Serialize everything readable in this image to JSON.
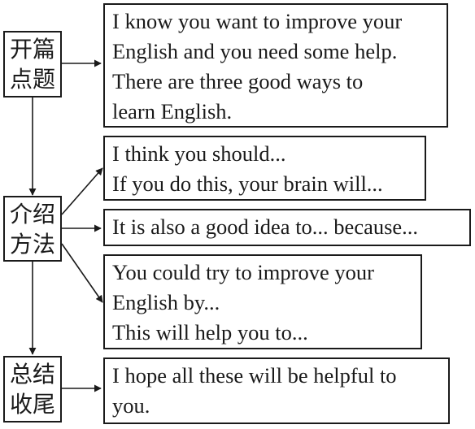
{
  "sections": [
    {
      "id": "opening",
      "label_lines": [
        "开篇",
        "点题"
      ],
      "boxes": [
        {
          "lines": [
            "I know you want to improve your",
            "English and you need some help.",
            "There are three good ways to",
            "learn English."
          ]
        }
      ]
    },
    {
      "id": "methods",
      "label_lines": [
        "介绍",
        "方法"
      ],
      "boxes": [
        {
          "lines": [
            "I think you should...",
            "If you do this, your brain will..."
          ]
        },
        {
          "lines": [
            "It is also a good idea to... because..."
          ]
        },
        {
          "lines": [
            "You could try to improve your",
            "English by...",
            "This will help you to..."
          ]
        }
      ]
    },
    {
      "id": "closing",
      "label_lines": [
        "总结",
        "收尾"
      ],
      "boxes": [
        {
          "lines": [
            "I hope all these will be helpful to",
            "you."
          ]
        }
      ]
    }
  ],
  "colors": {
    "line": "#1a1a1a",
    "background": "#ffffff"
  }
}
